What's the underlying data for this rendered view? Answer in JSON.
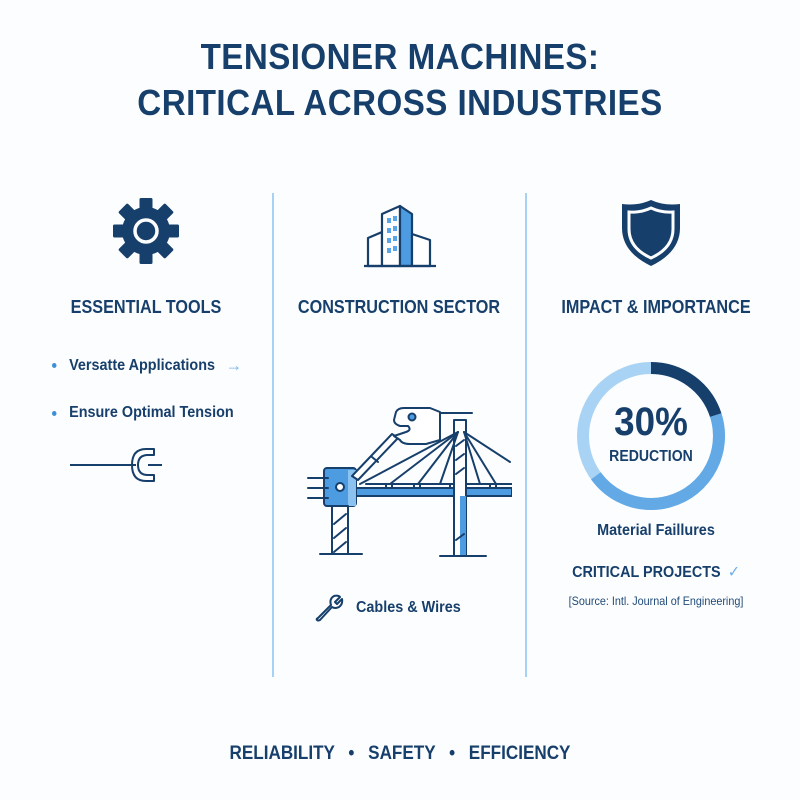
{
  "title": {
    "line1": "TENSIONER MACHINES:",
    "line2": "CRITICAL ACROSS INDUSTRIES"
  },
  "colors": {
    "navy": "#173f6b",
    "mid_blue": "#4d9be0",
    "light_blue": "#9fcdf2",
    "divider": "#a8d2f3",
    "background": "#fcfdfe"
  },
  "columns": [
    {
      "icon": "gear-icon",
      "heading": "ESSENTIAL TOOLS",
      "bullets": [
        {
          "label": "Versatte Applications",
          "trailing_icon": "arrow-right-icon",
          "trailing_glyph": "→"
        },
        {
          "label": "Ensure Optimal Tension"
        }
      ],
      "illustration": "cable-clamp-icon"
    },
    {
      "icon": "building-icon",
      "heading": "CONSTRUCTION SECTOR",
      "illustration": "tensioner-bridge-illustration",
      "footer_item": {
        "icon": "wrench-icon",
        "label": "Cables & Wires"
      }
    },
    {
      "icon": "shield-icon",
      "heading": "IMPACT & IMPORTANCE",
      "stat": {
        "value": "30%",
        "label": "REDUCTION",
        "ring_segments": [
          {
            "name": "highlight",
            "fraction": 0.2,
            "color": "#173f6b"
          },
          {
            "name": "mid",
            "fraction": 0.45,
            "color": "#62a9e6"
          },
          {
            "name": "light",
            "fraction": 0.35,
            "color": "#a9d3f4"
          }
        ]
      },
      "subject": "Material Faillures",
      "critical": {
        "label": "CRITICAL PROJECTS",
        "icon": "checkmark-icon",
        "glyph": "✓"
      },
      "source": "[Source: Intl. Journal of Engineering]"
    }
  ],
  "footer": {
    "items": [
      "RELIABILITY",
      "SAFETY",
      "EFFICIENCY"
    ],
    "separator": "•"
  }
}
